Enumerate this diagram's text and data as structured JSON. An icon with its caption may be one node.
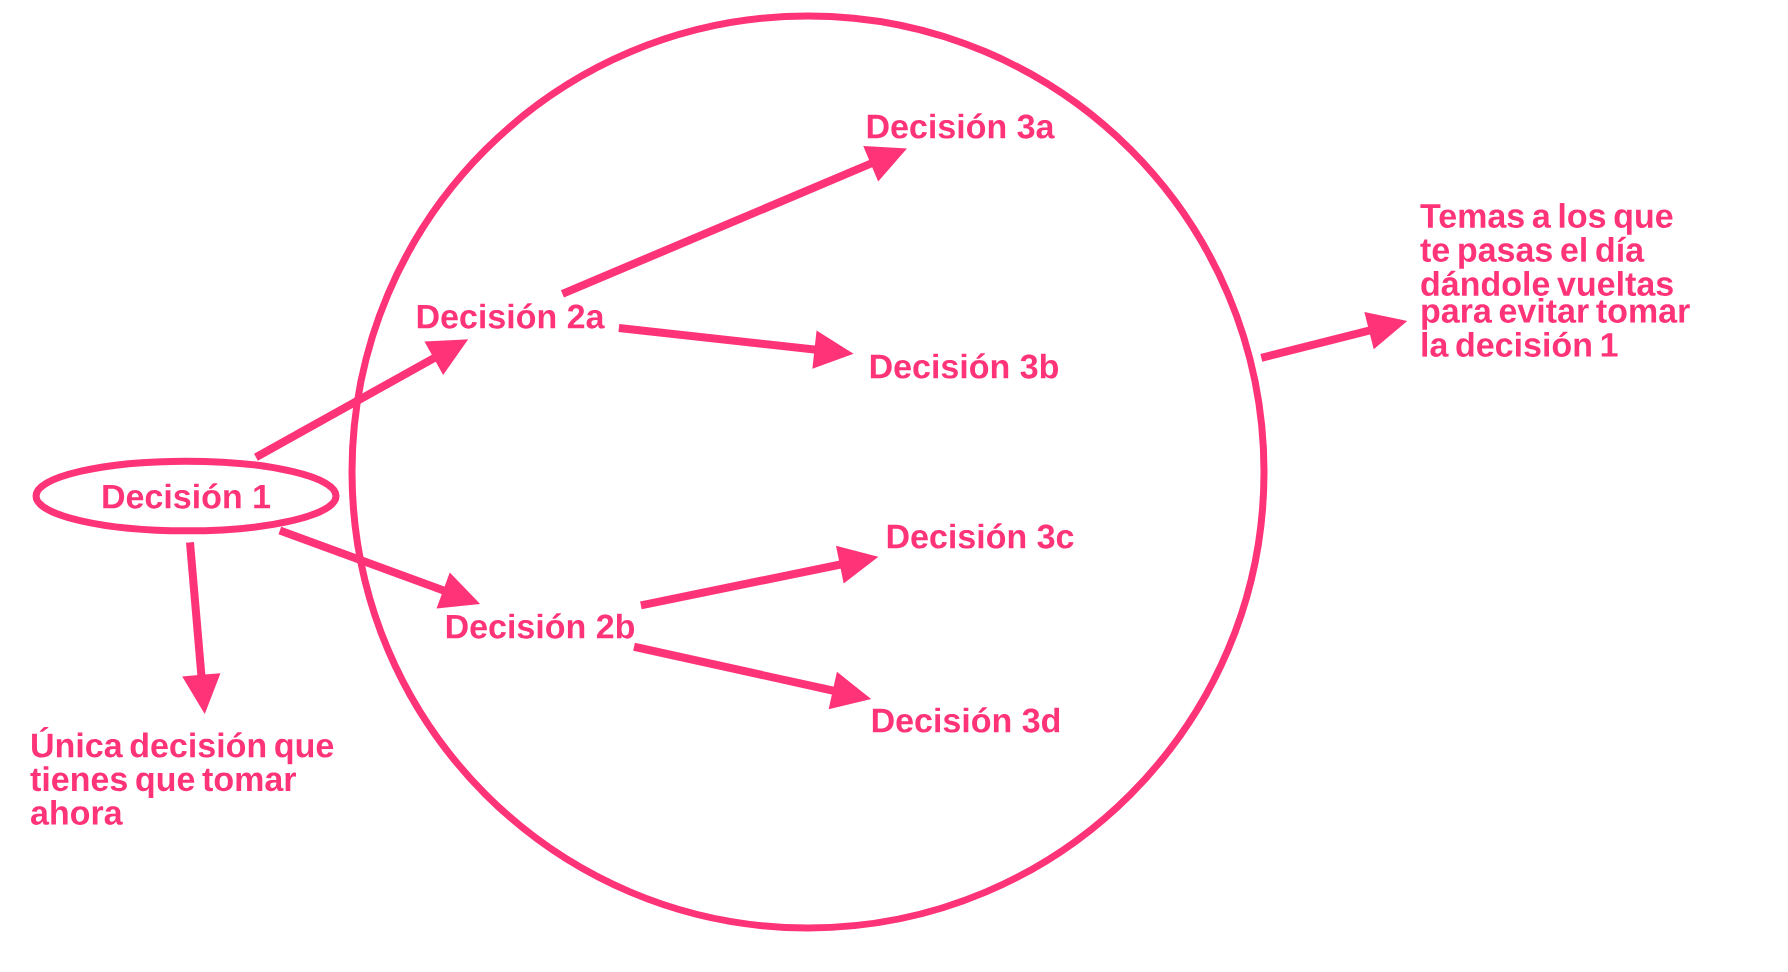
{
  "diagram": {
    "nodes": [
      {
        "text": [
          "Decisión 1"
        ]
      },
      {
        "text": [],
        "shape": "circle"
      },
      {
        "text": [
          "Decisión 2a"
        ],
        "in": 1
      },
      {
        "text": [
          "Decisión 2b"
        ],
        "in": 1
      },
      {
        "text": [
          "Decisión 3a"
        ],
        "in": 1
      },
      {
        "text": [
          "Decisión 3b"
        ],
        "in": 1
      },
      {
        "text": [
          "Decisión 3c"
        ],
        "in": 1
      },
      {
        "text": [
          "Decisión 3d"
        ],
        "in": 1
      },
      {
        "text": [
          "Temas a los que te pasas el día dándole vueltas para evitar tomar la decisión 1"
        ]
      },
      {
        "text": [
          "Única decisión que tienes que tomar ahora"
        ]
      }
    ],
    "edges": [
      {
        "from": 0,
        "to": 2,
        "arrow": "to"
      },
      {
        "from": 0,
        "to": 3,
        "arrow": "to"
      },
      {
        "from": 2,
        "to": 4,
        "arrow": "to"
      },
      {
        "from": 2,
        "to": 5,
        "arrow": "to"
      },
      {
        "from": 3,
        "to": 6,
        "arrow": "to"
      },
      {
        "from": 3,
        "to": 7,
        "arrow": "to"
      },
      {
        "from": 1,
        "to": 8,
        "arrow": "to"
      },
      {
        "from": 0,
        "to": 9,
        "arrow": "to"
      }
    ]
  }
}
